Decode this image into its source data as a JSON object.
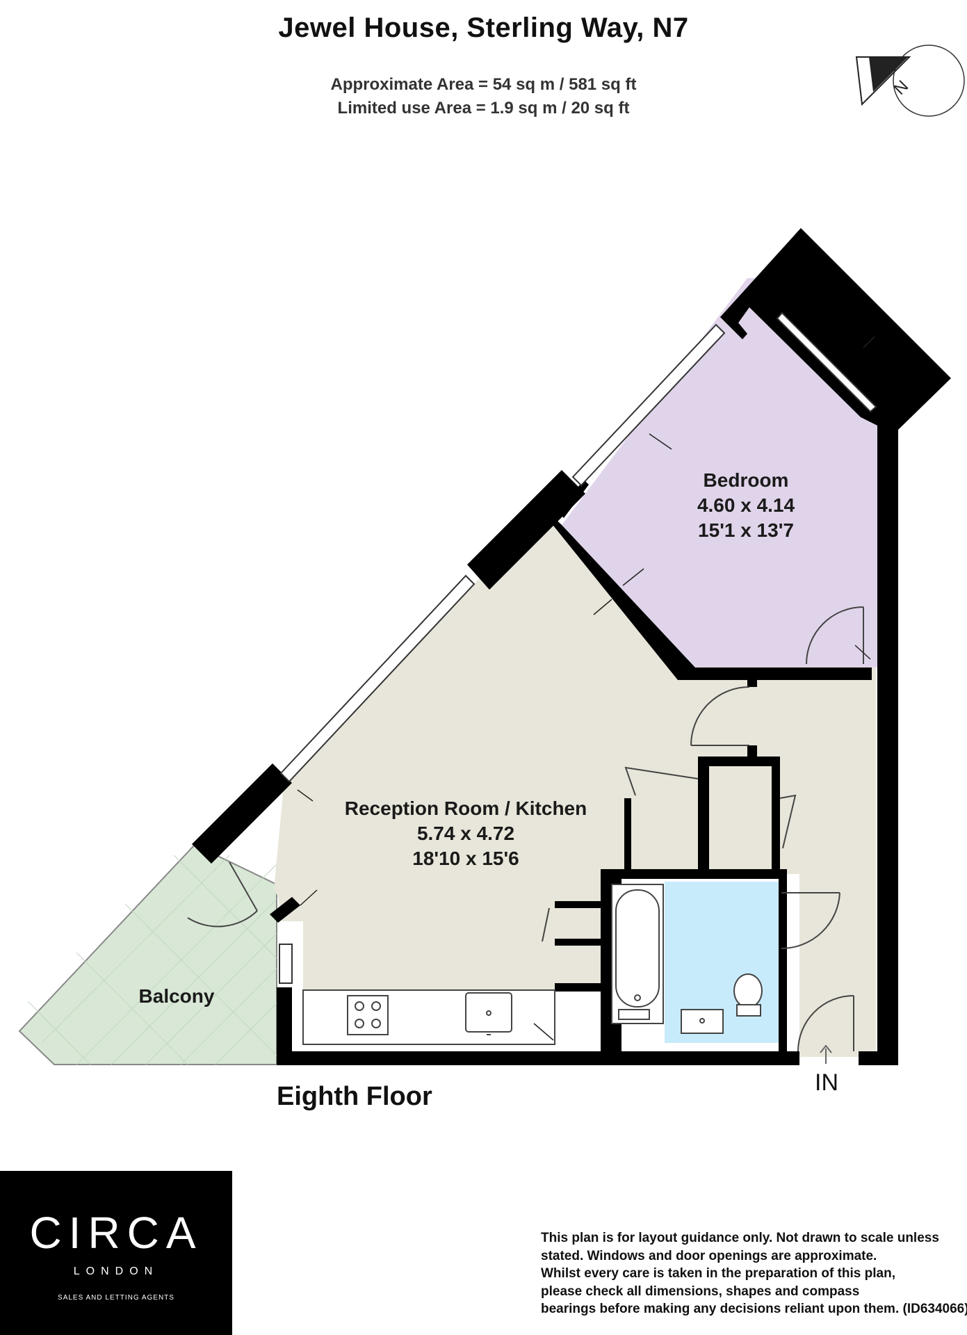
{
  "title": "Jewel House, Sterling Way, N7",
  "areas": {
    "approximate": "Approximate Area = 54 sq m / 581 sq ft",
    "limited_use": "Limited use Area = 1.9 sq m / 20 sq ft"
  },
  "compass": {
    "label": "N"
  },
  "rooms": {
    "bedroom": {
      "name": "Bedroom",
      "metric": "4.60 x 4.14",
      "imperial": "15'1 x 13'7"
    },
    "reception": {
      "name": "Reception Room / Kitchen",
      "metric": "5.74 x 4.72",
      "imperial": "18'10 x 15'6"
    },
    "balcony": {
      "name": "Balcony"
    }
  },
  "floor_label": "Eighth Floor",
  "entry_label": "IN",
  "colors": {
    "bedroom": "#e0d4ea",
    "reception": "#e8e6da",
    "balcony": "#d9e8d6",
    "bathroom": "#c8ebfb",
    "wall": "#000000"
  },
  "logo": {
    "word": "CIRCA",
    "sub": "LONDON",
    "tagline": "SALES AND LETTING AGENTS"
  },
  "disclaimer": [
    "This plan is for layout guidance only. Not drawn to scale unless",
    "stated. Windows and door openings are approximate.",
    "Whilst every care is taken in the preparation of this plan,",
    "please check all dimensions, shapes and compass",
    "bearings before making any decisions reliant upon them. (ID634066)"
  ]
}
